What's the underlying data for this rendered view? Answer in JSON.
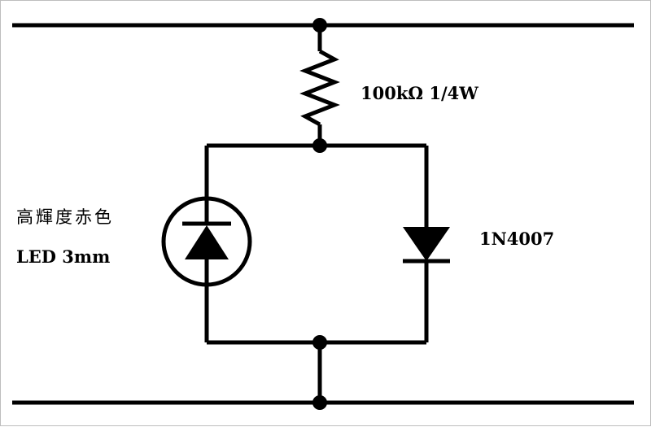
{
  "resistor": {
    "label": "100kΩ 1/4W"
  },
  "led": {
    "label_line1": "高輝度赤色",
    "label_line2": "LED 3mm"
  },
  "diode": {
    "label": "1N4007"
  },
  "colors": {
    "wire": "#000000",
    "background": "#ffffff"
  }
}
